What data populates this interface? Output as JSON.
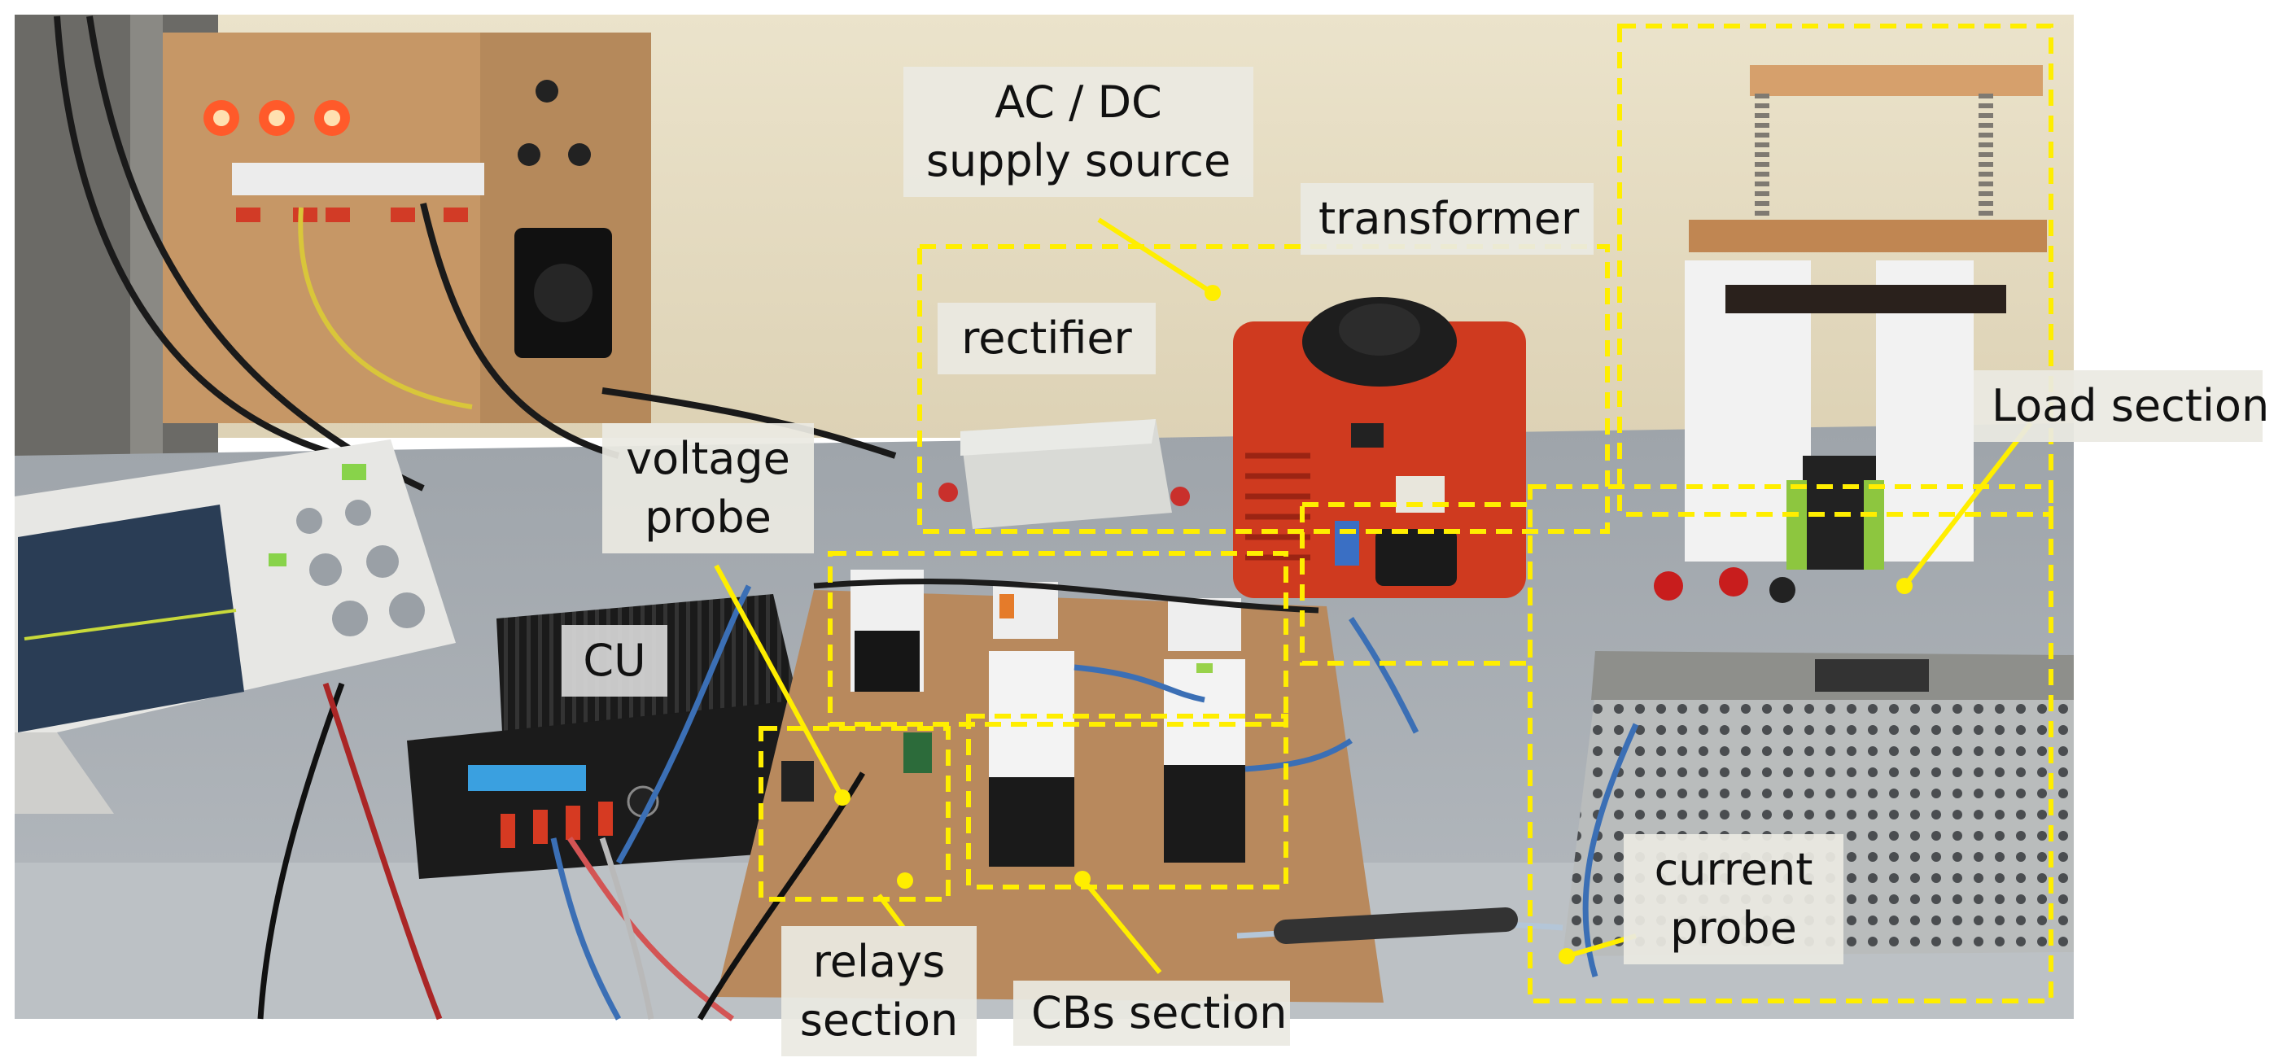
{
  "annotations": {
    "ac_dc": [
      "AC / DC",
      "supply source"
    ],
    "transformer": "transformer",
    "rectifier": "rectifier",
    "voltage_probe": [
      "voltage",
      "probe"
    ],
    "cu": "CU",
    "load_section": "Load section",
    "current_probe": [
      "current",
      "probe"
    ],
    "relays_section": [
      "relays",
      "section"
    ],
    "cbs_section": "CBs section"
  },
  "colors": {
    "highlight": "#ffee00",
    "wall": "#e6ddc3",
    "bench": "#a9aeb3",
    "board": "#b8895d",
    "transformer_body": "#cf3a1f",
    "cu_body": "#1a1a1a",
    "lcd": "#3aa0e0"
  }
}
